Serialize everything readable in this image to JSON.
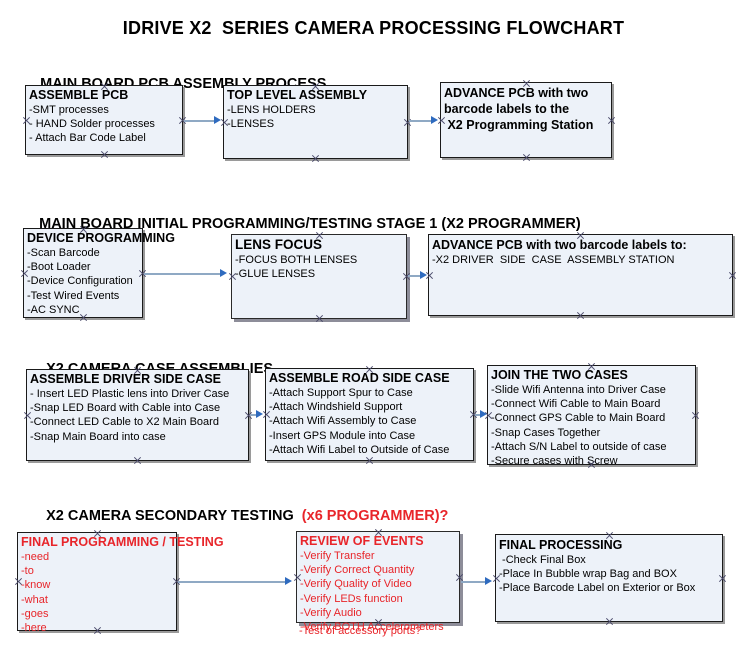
{
  "title": "IDRIVE X2  SERIES CAMERA PROCESSING FLOWCHART",
  "sections": [
    {
      "heading": "MAIN BOARD PCB ASSEMBLY PROCESS",
      "heading_accent": "",
      "boxes": [
        {
          "title": "ASSEMBLE PCB",
          "lines": [
            "-SMT processes",
            "- HAND Solder processes",
            "- Attach Bar Code Label"
          ]
        },
        {
          "title": "TOP LEVEL ASSEMBLY",
          "lines": [
            "-LENS HOLDERS",
            "-LENSES"
          ]
        },
        {
          "title": "ADVANCE PCB with two",
          "lines": [
            "barcode labels to the",
            " X2 Programming Station"
          ]
        }
      ]
    },
    {
      "heading": "MAIN BOARD INITIAL PROGRAMMING/TESTING STAGE 1 (X2 PROGRAMMER)",
      "heading_accent": "",
      "boxes": [
        {
          "title": "DEVICE PROGRAMMING",
          "lines": [
            "-Scan Barcode",
            "-Boot Loader",
            "-Device Configuration",
            "-Test Wired Events",
            "-AC SYNC"
          ]
        },
        {
          "title": "LENS FOCUS",
          "lines": [
            "-FOCUS BOTH LENSES",
            "-GLUE LENSES"
          ]
        },
        {
          "title": "ADVANCE PCB with two barcode labels to:",
          "lines": [
            "-X2 DRIVER  SIDE  CASE  ASSEMBLY STATION"
          ]
        }
      ]
    },
    {
      "heading": "X2 CAMERA CASE ASSEMBLIES",
      "heading_accent": "",
      "boxes": [
        {
          "title": "ASSEMBLE DRIVER SIDE CASE",
          "lines": [
            "- Insert LED Plastic lens into Driver Case",
            "-Snap LED Board with Cable into Case",
            "-Connect LED Cable to X2 Main Board",
            "-Snap Main Board into case"
          ]
        },
        {
          "title": "ASSEMBLE ROAD SIDE CASE",
          "lines": [
            "-Attach Support Spur to Case",
            "-Attach Windshield Support",
            "-Attach Wifi Assembly to Case",
            "-Insert GPS Module into Case",
            "-Attach Wifi Label to Outside of Case"
          ]
        },
        {
          "title": "JOIN THE TWO CASES",
          "lines": [
            "-Slide Wifi Antenna into Driver Case",
            "-Connect Wifi Cable to Main Board",
            "-Connect GPS Cable to Main Board",
            "-Snap Cases Together",
            "-Attach S/N Label to outside of case",
            "-Secure cases with Screw"
          ]
        }
      ]
    },
    {
      "heading": "X2 CAMERA SECONDARY TESTING  ",
      "heading_accent": "(x6 PROGRAMMER)?",
      "boxes": [
        {
          "title": "FINAL PROGRAMMING / TESTING",
          "lines": [
            "-need",
            "-to",
            "-know",
            "-what",
            "-goes",
            "-here"
          ]
        },
        {
          "title": "REVIEW OF EVENTS",
          "lines": [
            "-Verify Transfer",
            "-Verify Correct Quantity",
            "-Verify Quality of Video",
            "-Verify LEDs function",
            "-Verify Audio",
            "-Verify BOTH Accelerometers"
          ],
          "overflow_line": "-Test of accessory ports?"
        },
        {
          "title": "FINAL PROCESSING",
          "lines": [
            " -Check Final Box",
            "-Place In Bubble wrap Bag and BOX",
            "-Place Barcode Label on Exterior or Box"
          ]
        }
      ]
    }
  ],
  "colors": {
    "box_fill": "#EDF2F9",
    "box_border": "#1a1a1a",
    "accent_red": "#E8252A",
    "connector": "#8fa9c4",
    "arrow_head": "#2f6bbf"
  }
}
